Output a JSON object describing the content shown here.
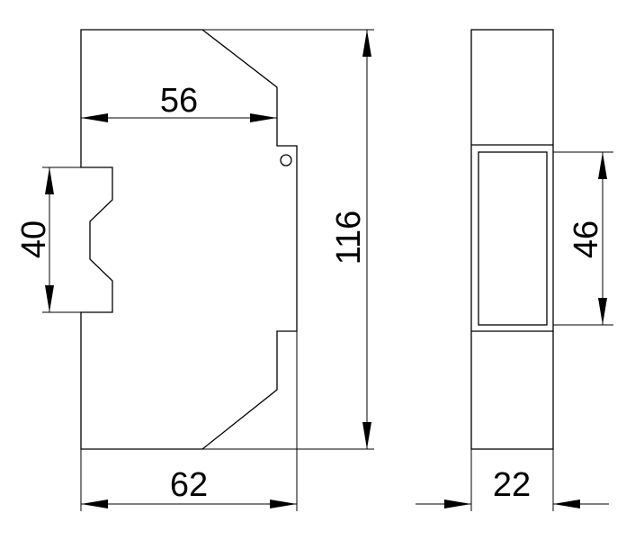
{
  "dimensions": {
    "front_top_width": "56",
    "front_rail_height": "40",
    "overall_height": "116",
    "front_base_width": "62",
    "side_window_height": "46",
    "side_width": "22"
  }
}
